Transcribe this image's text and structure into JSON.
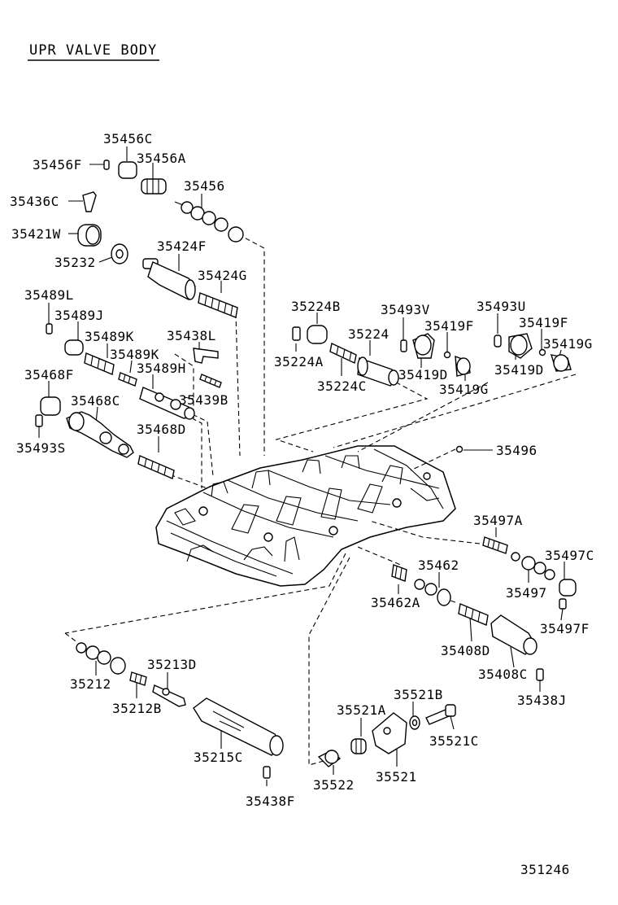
{
  "title": "UPR VALVE BODY",
  "diagram_number": "351246",
  "labels": {
    "p35456C": "35456C",
    "p35456F": "35456F",
    "p35456A": "35456A",
    "p35456": "35456",
    "p35436C": "35436C",
    "p35421W": "35421W",
    "p35232": "35232",
    "p35424F": "35424F",
    "p35424G": "35424G",
    "p35489L": "35489L",
    "p35489J": "35489J",
    "p35489K_a": "35489K",
    "p35489K_b": "35489K",
    "p35438L": "35438L",
    "p35489H": "35489H",
    "p35439B": "35439B",
    "p35468F": "35468F",
    "p35468C": "35468C",
    "p35468D": "35468D",
    "p35493S": "35493S",
    "p35224B": "35224B",
    "p35224": "35224",
    "p35224A": "35224A",
    "p35224C": "35224C",
    "p35493V": "35493V",
    "p35419F_a": "35419F",
    "p35419D_a": "35419D",
    "p35419G_a": "35419G",
    "p35493U": "35493U",
    "p35419F_b": "35419F",
    "p35419G_b": "35419G",
    "p35419D_b": "35419D",
    "p35496": "35496",
    "p35497A": "35497A",
    "p35497C": "35497C",
    "p35497": "35497",
    "p35497F": "35497F",
    "p35462": "35462",
    "p35462A": "35462A",
    "p35408D": "35408D",
    "p35408C": "35408C",
    "p35438J": "35438J",
    "p35212": "35212",
    "p35212B": "35212B",
    "p35213D": "35213D",
    "p35215C": "35215C",
    "p35438F": "35438F",
    "p35521B": "35521B",
    "p35521A": "35521A",
    "p35521C": "35521C",
    "p35522": "35522",
    "p35521": "35521"
  }
}
